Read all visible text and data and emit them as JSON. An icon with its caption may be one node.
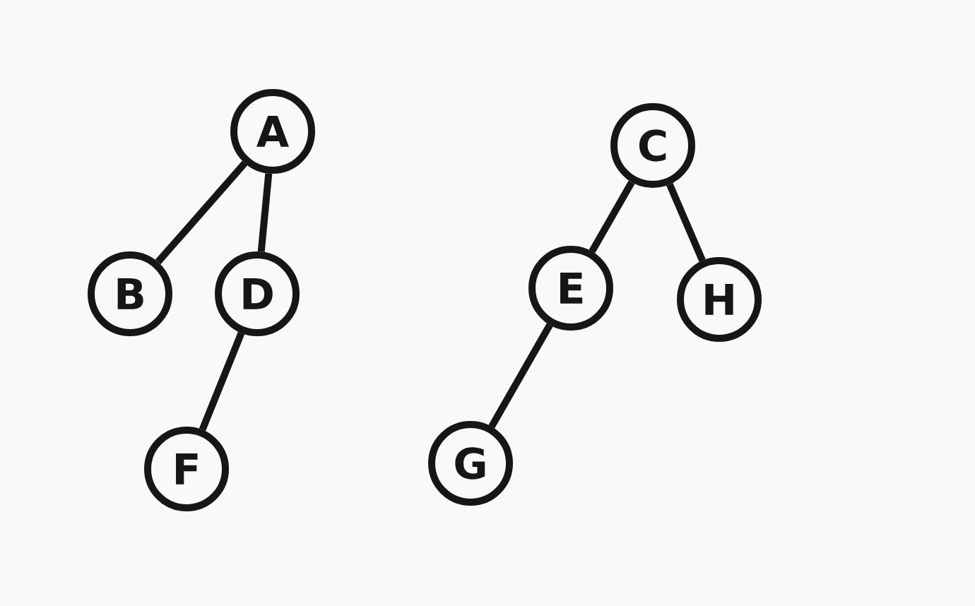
{
  "diagram": {
    "nodes": [
      {
        "text": [
          "A"
        ]
      },
      {
        "text": [
          "B"
        ]
      },
      {
        "text": [
          "D"
        ]
      },
      {
        "text": [
          "F"
        ]
      },
      {
        "text": [
          "C"
        ]
      },
      {
        "text": [
          "E"
        ]
      },
      {
        "text": [
          "H"
        ]
      },
      {
        "text": [
          "G"
        ]
      }
    ],
    "edges": [
      {
        "from": 0,
        "to": 1,
        "arrow": "none"
      },
      {
        "from": 0,
        "to": 2,
        "arrow": "none"
      },
      {
        "from": 2,
        "to": 3,
        "arrow": "none"
      },
      {
        "from": 4,
        "to": 5,
        "arrow": "none"
      },
      {
        "from": 4,
        "to": 6,
        "arrow": "none"
      },
      {
        "from": 5,
        "to": 7,
        "arrow": "none"
      }
    ]
  }
}
